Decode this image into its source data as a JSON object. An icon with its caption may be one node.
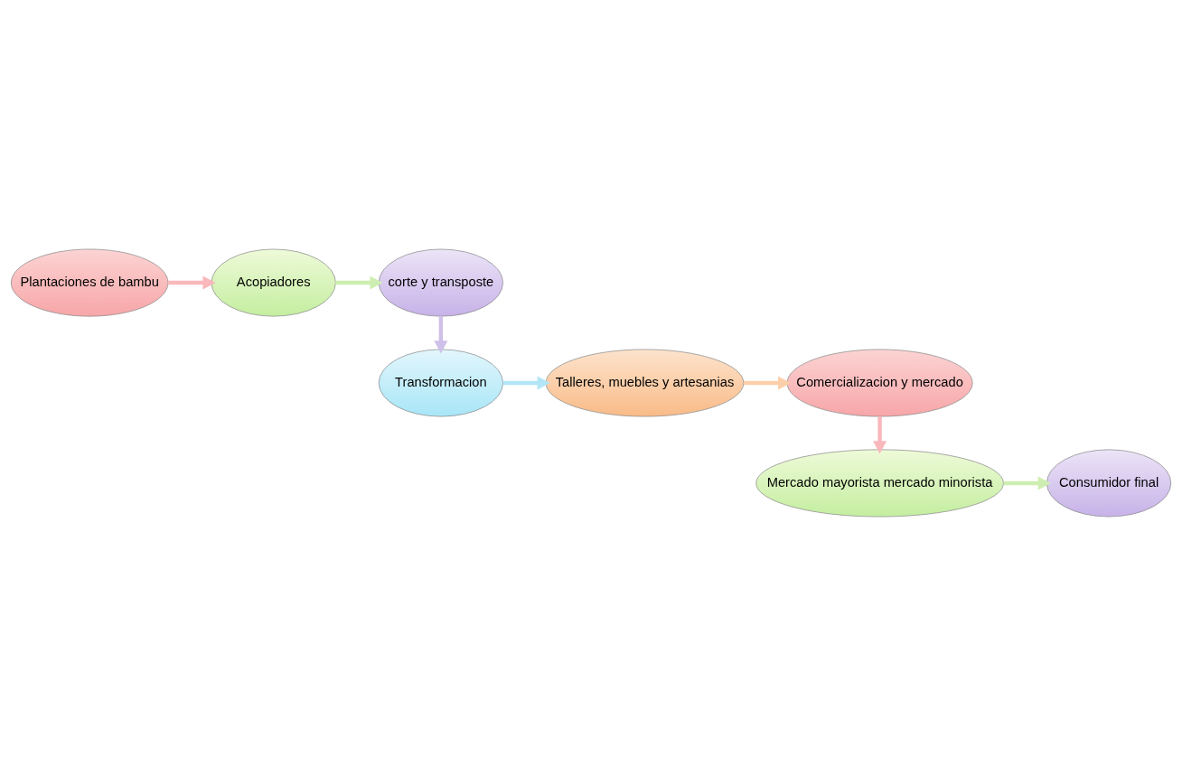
{
  "diagram": {
    "nodes": [
      {
        "text": [
          "Plantaciones de bambu"
        ]
      },
      {
        "text": [
          "Acopiadores"
        ]
      },
      {
        "text": [
          "corte y transposte"
        ]
      },
      {
        "text": [
          "Transformacion"
        ]
      },
      {
        "text": [
          "Talleres, muebles y artesanias"
        ]
      },
      {
        "text": [
          "Comercializacion y mercado"
        ]
      },
      {
        "text": [
          "Mercado mayorista mercado minorista"
        ]
      },
      {
        "text": [
          "Consumidor final"
        ]
      }
    ],
    "edges": [
      {
        "from": 0,
        "to": 1,
        "arrow": "to",
        "color": "#f9b8bc"
      },
      {
        "from": 1,
        "to": 2,
        "arrow": "to",
        "color": "#cdeeb0"
      },
      {
        "from": 2,
        "to": 3,
        "arrow": "to",
        "color": "#cfc0ea"
      },
      {
        "from": 3,
        "to": 4,
        "arrow": "to",
        "color": "#b2e6f6"
      },
      {
        "from": 4,
        "to": 5,
        "arrow": "to",
        "color": "#fbcfaa"
      },
      {
        "from": 5,
        "to": 6,
        "arrow": "to",
        "color": "#f9b8bc"
      },
      {
        "from": 6,
        "to": 7,
        "arrow": "to",
        "color": "#cdeeb0"
      }
    ]
  }
}
